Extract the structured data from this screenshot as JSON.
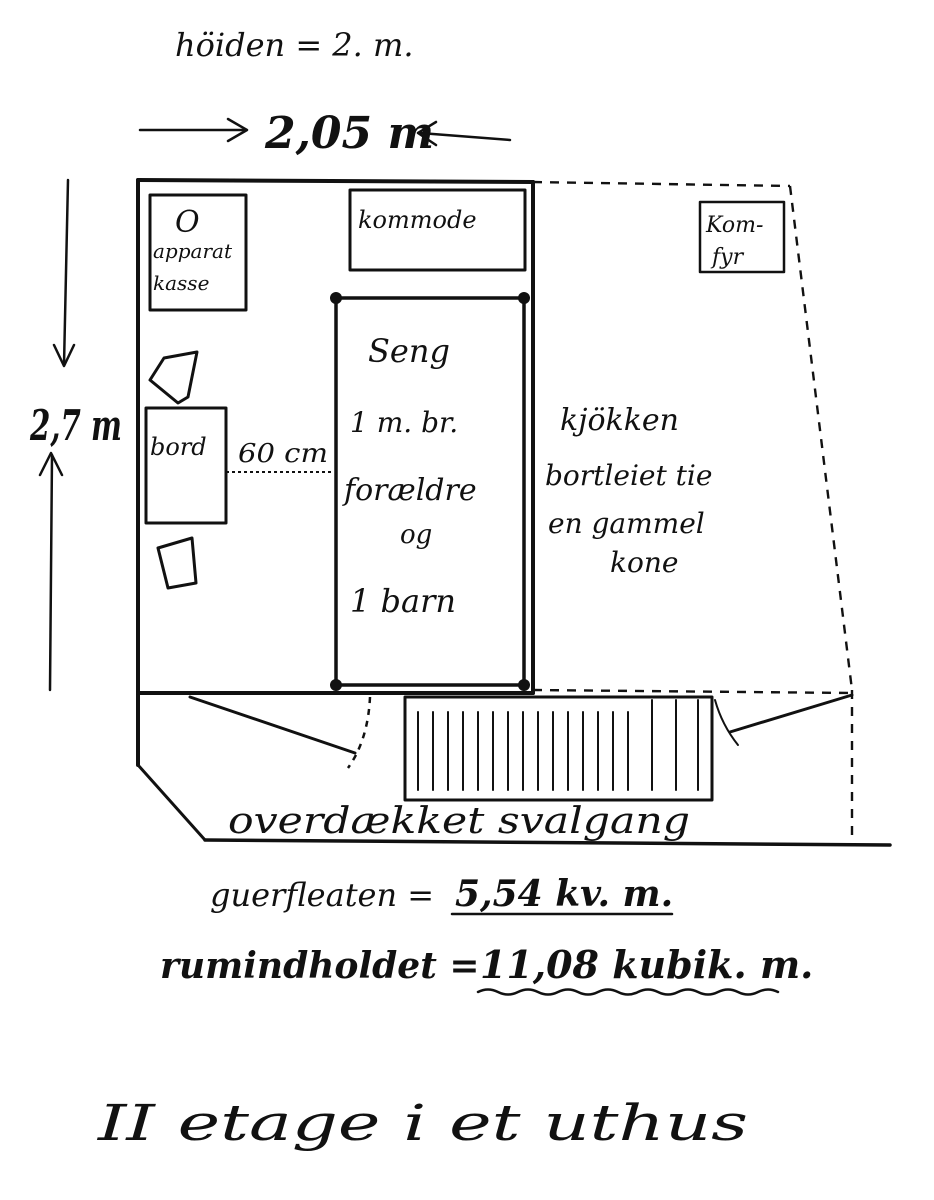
{
  "header": {
    "height_note": "höiden = 2. m.",
    "width_dim": "2,05 m",
    "depth_dim": "2,7 m"
  },
  "room": {
    "apparat": "O",
    "apparat_label_1": "apparat",
    "apparat_label_2": "kasse",
    "kommode": "kommode",
    "bord": "bord",
    "gap_dim": "60 cm",
    "bed_1": "Seng",
    "bed_2": "1 m. br.",
    "bed_3": "forældre",
    "bed_4": "og",
    "bed_5": "1 barn"
  },
  "kitchen": {
    "komfyr_1": "Kom-",
    "komfyr_2": "fyr",
    "label_1": "kjökken",
    "label_2": "bortleiet tie",
    "label_3": "en gammel",
    "label_4": "kone"
  },
  "gallery": "overdækket svalgang",
  "area": {
    "label": "guerfleaten =",
    "value": "5,54 kv. m."
  },
  "volume": {
    "label": "rumindholdet =",
    "value": "11,08 kubik. m."
  },
  "caption": "II etage i et uthus"
}
